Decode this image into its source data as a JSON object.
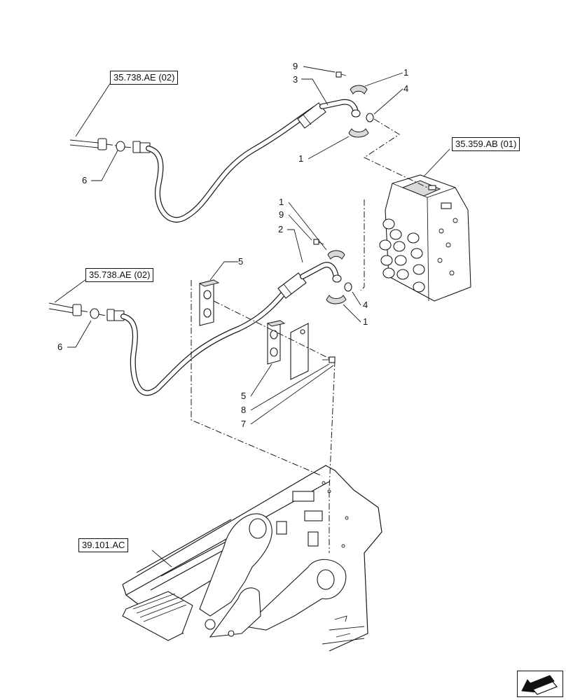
{
  "references": [
    {
      "id": "ref-a",
      "label": "35.738.AE (02)"
    },
    {
      "id": "ref-b",
      "label": "35.738.AE (02)"
    },
    {
      "id": "ref-c",
      "label": "35.359.AB (01)"
    },
    {
      "id": "ref-d",
      "label": "39.101.AC"
    }
  ],
  "callouts": [
    {
      "id": "c9a",
      "label": "9"
    },
    {
      "id": "c3",
      "label": "3"
    },
    {
      "id": "c1a",
      "label": "1"
    },
    {
      "id": "c4a",
      "label": "4"
    },
    {
      "id": "c1b",
      "label": "1"
    },
    {
      "id": "c6a",
      "label": "6"
    },
    {
      "id": "c1c",
      "label": "1"
    },
    {
      "id": "c9b",
      "label": "9"
    },
    {
      "id": "c2",
      "label": "2"
    },
    {
      "id": "c5a",
      "label": "5"
    },
    {
      "id": "c4b",
      "label": "4"
    },
    {
      "id": "c1d",
      "label": "1"
    },
    {
      "id": "c6b",
      "label": "6"
    },
    {
      "id": "c5b",
      "label": "5"
    },
    {
      "id": "c8",
      "label": "8"
    },
    {
      "id": "c7",
      "label": "7"
    }
  ],
  "icons": {
    "navigation": "arrow-down-left-icon"
  }
}
